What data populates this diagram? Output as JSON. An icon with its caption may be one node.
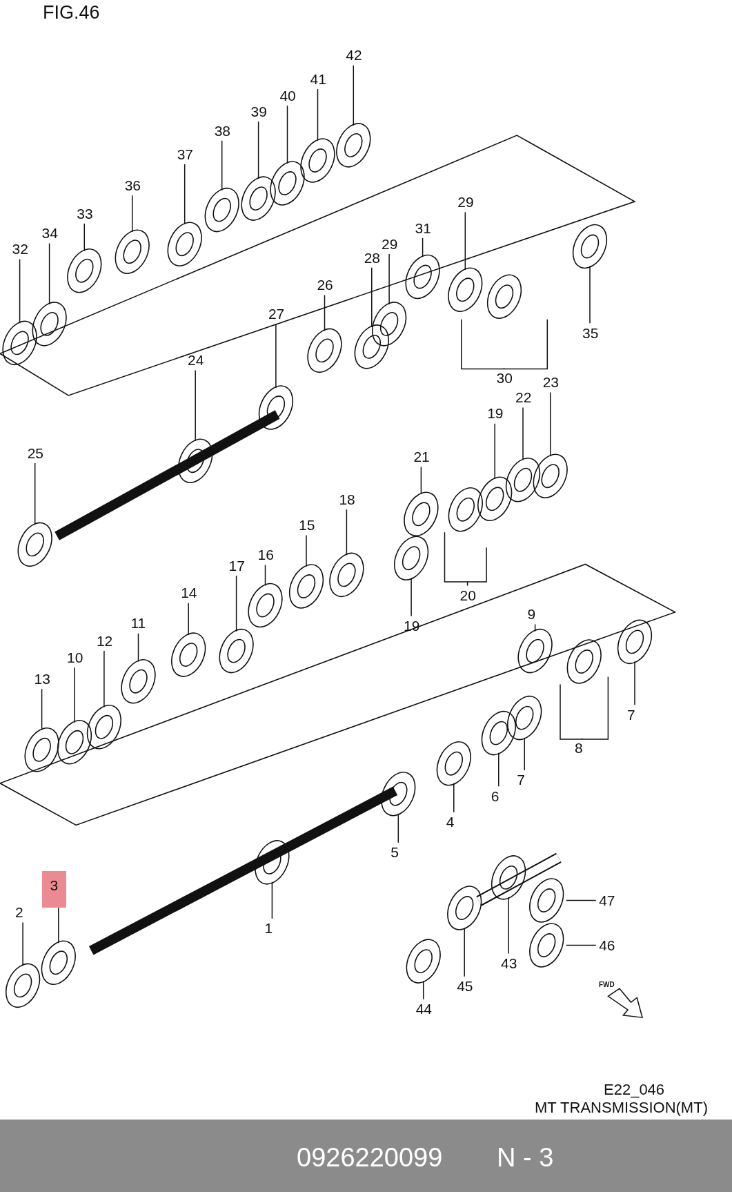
{
  "diagram": {
    "title": "FIG.46",
    "nodes": [
      {
        "text": [
          "42"
        ]
      },
      {
        "text": [
          "41"
        ]
      },
      {
        "text": [
          "40"
        ]
      },
      {
        "text": [
          "39"
        ]
      },
      {
        "text": [
          "38"
        ]
      },
      {
        "text": [
          "37"
        ]
      },
      {
        "text": [
          "36"
        ]
      },
      {
        "text": [
          "33"
        ]
      },
      {
        "text": [
          "34"
        ]
      },
      {
        "text": [
          "32"
        ]
      },
      {
        "text": [
          "31"
        ]
      },
      {
        "text": [
          "29"
        ]
      },
      {
        "text": [
          "28"
        ]
      },
      {
        "text": [
          "29"
        ]
      },
      {
        "text": [
          "26"
        ]
      },
      {
        "text": [
          "27"
        ]
      },
      {
        "text": [
          "35"
        ]
      },
      {
        "text": [
          "30"
        ]
      },
      {
        "text": [
          "24"
        ]
      },
      {
        "text": [
          "25"
        ]
      },
      {
        "text": [
          "23"
        ]
      },
      {
        "text": [
          "22"
        ]
      },
      {
        "text": [
          "19"
        ]
      },
      {
        "text": [
          "21"
        ]
      },
      {
        "text": [
          "18"
        ]
      },
      {
        "text": [
          "15"
        ]
      },
      {
        "text": [
          "16"
        ]
      },
      {
        "text": [
          "17"
        ]
      },
      {
        "text": [
          "19"
        ]
      },
      {
        "text": [
          "20"
        ]
      },
      {
        "text": [
          "14"
        ]
      },
      {
        "text": [
          "11"
        ]
      },
      {
        "text": [
          "12"
        ]
      },
      {
        "text": [
          "10"
        ]
      },
      {
        "text": [
          "13"
        ]
      },
      {
        "text": [
          "9"
        ]
      },
      {
        "text": [
          "7"
        ]
      },
      {
        "text": [
          "8"
        ]
      },
      {
        "text": [
          "7"
        ]
      },
      {
        "text": [
          "6"
        ]
      },
      {
        "text": [
          "4"
        ]
      },
      {
        "text": [
          "5"
        ]
      },
      {
        "text": [
          "1"
        ]
      },
      {
        "text": [
          "3"
        ]
      },
      {
        "text": [
          "2"
        ]
      },
      {
        "text": [
          "44"
        ]
      },
      {
        "text": [
          "45"
        ]
      },
      {
        "text": [
          "43"
        ]
      },
      {
        "text": [
          "47"
        ]
      },
      {
        "text": [
          "46"
        ]
      }
    ],
    "edges": [
      {
        "from": 0,
        "to": null,
        "arrow": "none"
      },
      {
        "from": 1,
        "to": null,
        "arrow": "none"
      },
      {
        "from": 2,
        "to": null,
        "arrow": "none"
      },
      {
        "from": 3,
        "to": null,
        "arrow": "none"
      },
      {
        "from": 4,
        "to": null,
        "arrow": "none"
      },
      {
        "from": 5,
        "to": null,
        "arrow": "none"
      },
      {
        "from": 6,
        "to": null,
        "arrow": "none"
      },
      {
        "from": 7,
        "to": null,
        "arrow": "none"
      },
      {
        "from": 8,
        "to": null,
        "arrow": "none"
      },
      {
        "from": 9,
        "to": null,
        "arrow": "none"
      },
      {
        "from": 10,
        "to": null,
        "arrow": "none"
      },
      {
        "from": 11,
        "to": null,
        "arrow": "none"
      },
      {
        "from": 12,
        "to": null,
        "arrow": "none"
      },
      {
        "from": 13,
        "to": null,
        "arrow": "none"
      },
      {
        "from": 14,
        "to": null,
        "arrow": "none"
      },
      {
        "from": 15,
        "to": null,
        "arrow": "none"
      },
      {
        "from": 16,
        "to": null,
        "arrow": "none"
      },
      {
        "from": 17,
        "to": null,
        "arrow": "none"
      },
      {
        "from": 18,
        "to": null,
        "arrow": "none"
      },
      {
        "from": 19,
        "to": null,
        "arrow": "none"
      },
      {
        "from": 20,
        "to": null,
        "arrow": "none"
      },
      {
        "from": 21,
        "to": null,
        "arrow": "none"
      },
      {
        "from": 22,
        "to": null,
        "arrow": "none"
      },
      {
        "from": 23,
        "to": null,
        "arrow": "none"
      },
      {
        "from": 24,
        "to": null,
        "arrow": "none"
      },
      {
        "from": 25,
        "to": null,
        "arrow": "none"
      },
      {
        "from": 26,
        "to": null,
        "arrow": "none"
      },
      {
        "from": 27,
        "to": null,
        "arrow": "none"
      },
      {
        "from": 28,
        "to": null,
        "arrow": "none"
      },
      {
        "from": 29,
        "to": null,
        "arrow": "none"
      },
      {
        "from": 30,
        "to": null,
        "arrow": "none"
      },
      {
        "from": 31,
        "to": null,
        "arrow": "none"
      },
      {
        "from": 32,
        "to": null,
        "arrow": "none"
      },
      {
        "from": 33,
        "to": null,
        "arrow": "none"
      },
      {
        "from": 34,
        "to": null,
        "arrow": "none"
      },
      {
        "from": 35,
        "to": null,
        "arrow": "none"
      },
      {
        "from": 36,
        "to": null,
        "arrow": "none"
      },
      {
        "from": 37,
        "to": null,
        "arrow": "none"
      },
      {
        "from": 38,
        "to": null,
        "arrow": "none"
      },
      {
        "from": 39,
        "to": null,
        "arrow": "none"
      },
      {
        "from": 40,
        "to": null,
        "arrow": "none"
      },
      {
        "from": 41,
        "to": null,
        "arrow": "none"
      },
      {
        "from": 42,
        "to": null,
        "arrow": "none"
      },
      {
        "from": 43,
        "to": null,
        "arrow": "none"
      },
      {
        "from": 44,
        "to": null,
        "arrow": "none"
      },
      {
        "from": 45,
        "to": null,
        "arrow": "none"
      },
      {
        "from": 46,
        "to": null,
        "arrow": "none"
      },
      {
        "from": 47,
        "to": null,
        "arrow": "none"
      },
      {
        "from": 48,
        "to": null,
        "arrow": "none"
      },
      {
        "from": 49,
        "to": null,
        "arrow": "none"
      }
    ],
    "labels": [
      "FWD",
      "E22_046",
      "MT TRANSMISSION(MT)",
      "0926220099",
      "N - 3"
    ]
  }
}
